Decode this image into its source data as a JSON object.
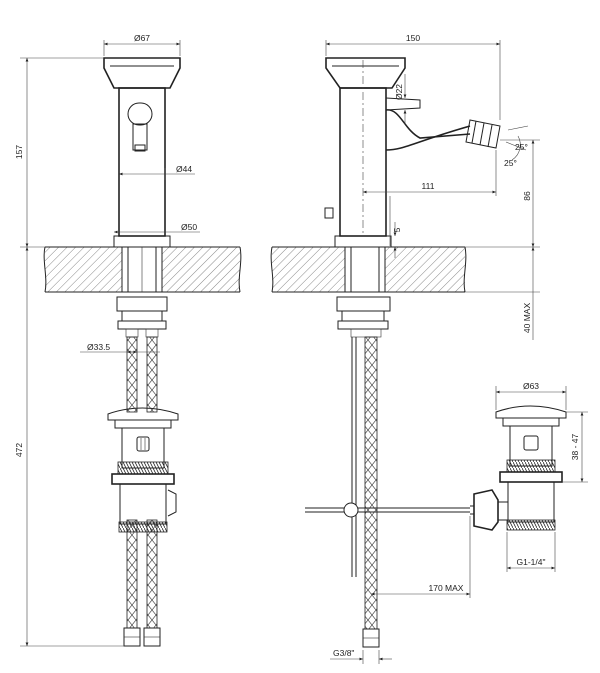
{
  "drawing": {
    "front_view": {
      "dims": {
        "body_diameter_top": "Ø67",
        "spout_diameter": "Ø44",
        "base_diameter": "Ø50",
        "shank_diameter": "Ø33.5",
        "total_height_above": "157",
        "total_height_below": "472"
      }
    },
    "side_view": {
      "dims": {
        "overall_depth": "150",
        "lever_diameter": "Ø22",
        "spout_reach": "111",
        "tilt_angle_upper": "25°",
        "tilt_angle_lower": "25°",
        "spout_height": "86",
        "base_offset": "5",
        "deck_thickness": "40 MAX"
      }
    },
    "waste_detail": {
      "dims": {
        "waste_diameter": "Ø63",
        "waste_adjust": "38 - 47",
        "waste_thread": "G1-1/4\"",
        "rod_length": "170 MAX",
        "hose_thread": "G3/8\""
      }
    }
  }
}
